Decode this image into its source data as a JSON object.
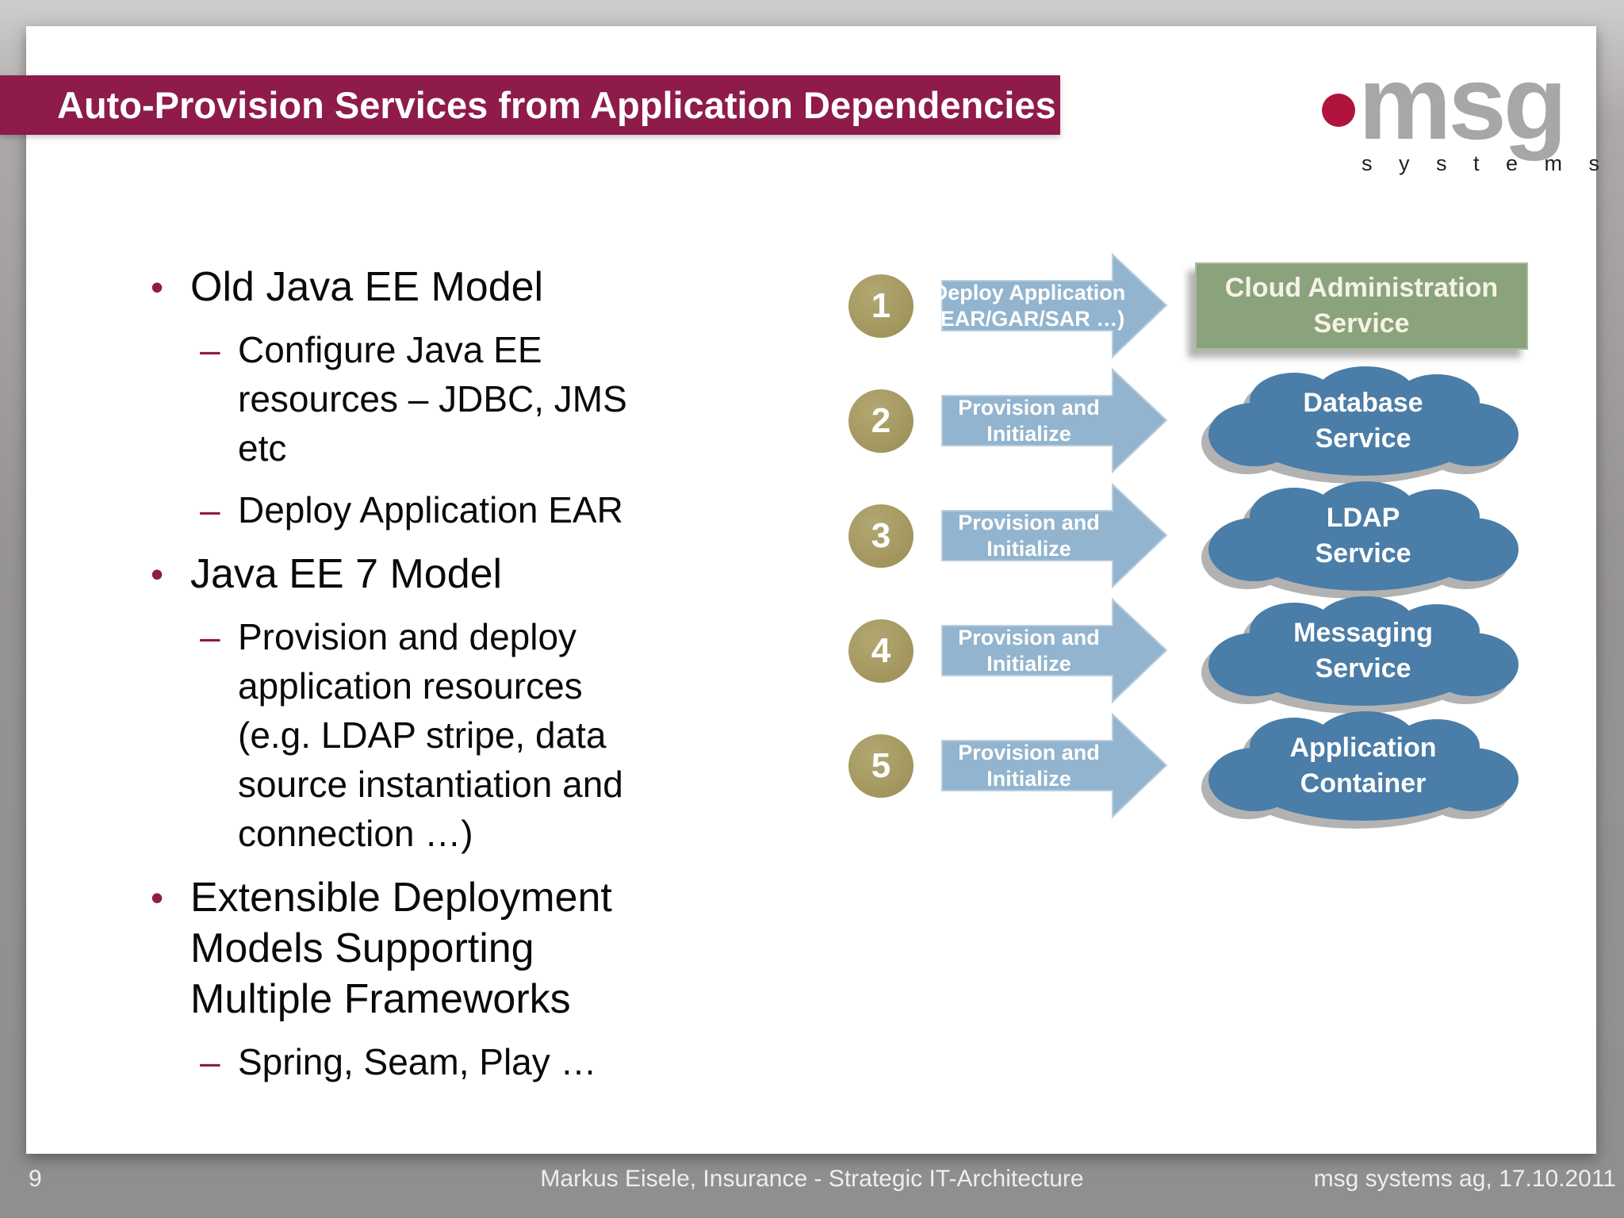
{
  "slide": {
    "title": "Auto-Provision Services from Application Dependencies",
    "logo": {
      "word": "msg",
      "sub": "s y s t e m s"
    },
    "markers": {
      "l1": "•",
      "l2": "–"
    },
    "bullets": [
      {
        "level": 1,
        "lines": [
          "Old Java EE Model"
        ]
      },
      {
        "level": 2,
        "lines": [
          "Configure Java EE",
          "resources – JDBC, JMS",
          "etc"
        ]
      },
      {
        "level": 2,
        "lines": [
          "Deploy Application EAR"
        ]
      },
      {
        "level": 1,
        "lines": [
          "Java EE 7 Model"
        ]
      },
      {
        "level": 2,
        "lines": [
          "Provision and deploy",
          "application resources",
          "(e.g. LDAP stripe, data",
          "source instantiation and",
          "connection …)"
        ]
      },
      {
        "level": 1,
        "lines": [
          "Extensible Deployment",
          "Models Supporting",
          "Multiple Frameworks"
        ]
      },
      {
        "level": 2,
        "lines": [
          "Spring, Seam, Play …"
        ]
      }
    ],
    "diagram": {
      "rows": [
        {
          "number": "1",
          "arrow_lines": [
            "Deploy Application",
            "(EAR/GAR/SAR …)"
          ],
          "target_lines": [
            "Cloud Administration",
            "Service"
          ],
          "target_type": "box"
        },
        {
          "number": "2",
          "arrow_lines": [
            "Provision and",
            "Initialize"
          ],
          "target_lines": [
            "Database",
            "Service"
          ],
          "target_type": "cloud"
        },
        {
          "number": "3",
          "arrow_lines": [
            "Provision and",
            "Initialize"
          ],
          "target_lines": [
            "LDAP",
            "Service"
          ],
          "target_type": "cloud"
        },
        {
          "number": "4",
          "arrow_lines": [
            "Provision and",
            "Initialize"
          ],
          "target_lines": [
            "Messaging",
            "Service"
          ],
          "target_type": "cloud"
        },
        {
          "number": "5",
          "arrow_lines": [
            "Provision and",
            "Initialize"
          ],
          "target_lines": [
            "Application",
            "Container"
          ],
          "target_type": "cloud"
        }
      ]
    },
    "footer": {
      "page": "9",
      "center": "Markus Eisele, Insurance - Strategic IT-Architecture",
      "right": "msg systems ag, 17.10.2011"
    },
    "colors": {
      "banner": "#8E1B4A",
      "logo_dot": "#B0143C",
      "logo_gray": "#A7A7A7",
      "step_circle": "#A69A62",
      "arrow_blue": "#92B4CE",
      "cloud_blue": "#4A7DA7",
      "admin_green": "#8BA37D"
    }
  }
}
